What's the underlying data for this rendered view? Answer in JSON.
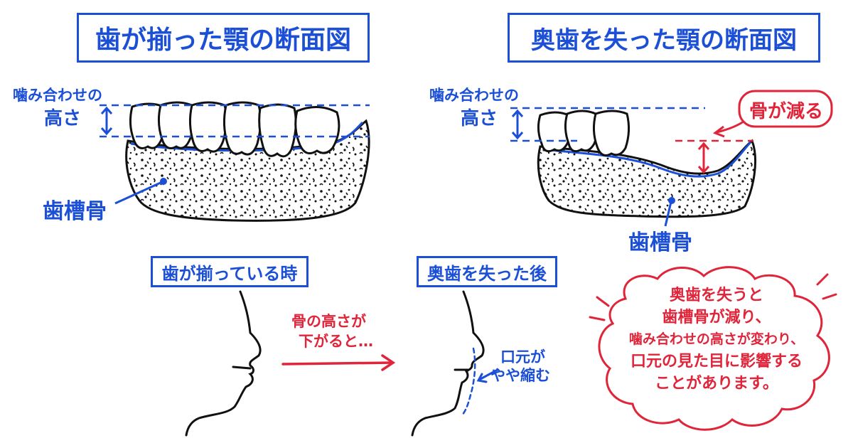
{
  "titles": {
    "left": "歯が揃った顎の断面図",
    "right": "奥歯を失った顎の断面図"
  },
  "labels": {
    "bite_height_line1": "噛み合わせの",
    "bite_height_line2": "高さ",
    "alveolar_bone": "歯槽骨",
    "bone_decrease": "骨が減る"
  },
  "captions": {
    "teeth_aligned": "歯が揃っている時",
    "after_loss": "奥歯を失った後"
  },
  "arrow_text": {
    "line1": "骨の高さが",
    "line2": "下がると…"
  },
  "mouth_note": {
    "line1": "口元が",
    "line2": "やや縮む"
  },
  "cloud": {
    "lines": [
      "奥歯を失うと",
      "歯槽骨が減り、",
      "噛み合わせの高さが変わり、",
      "口元の見た目に影響する",
      "ことがあります。"
    ]
  },
  "colors": {
    "blue": "#1a4fd6",
    "red": "#e0253a",
    "ink": "#111111"
  }
}
